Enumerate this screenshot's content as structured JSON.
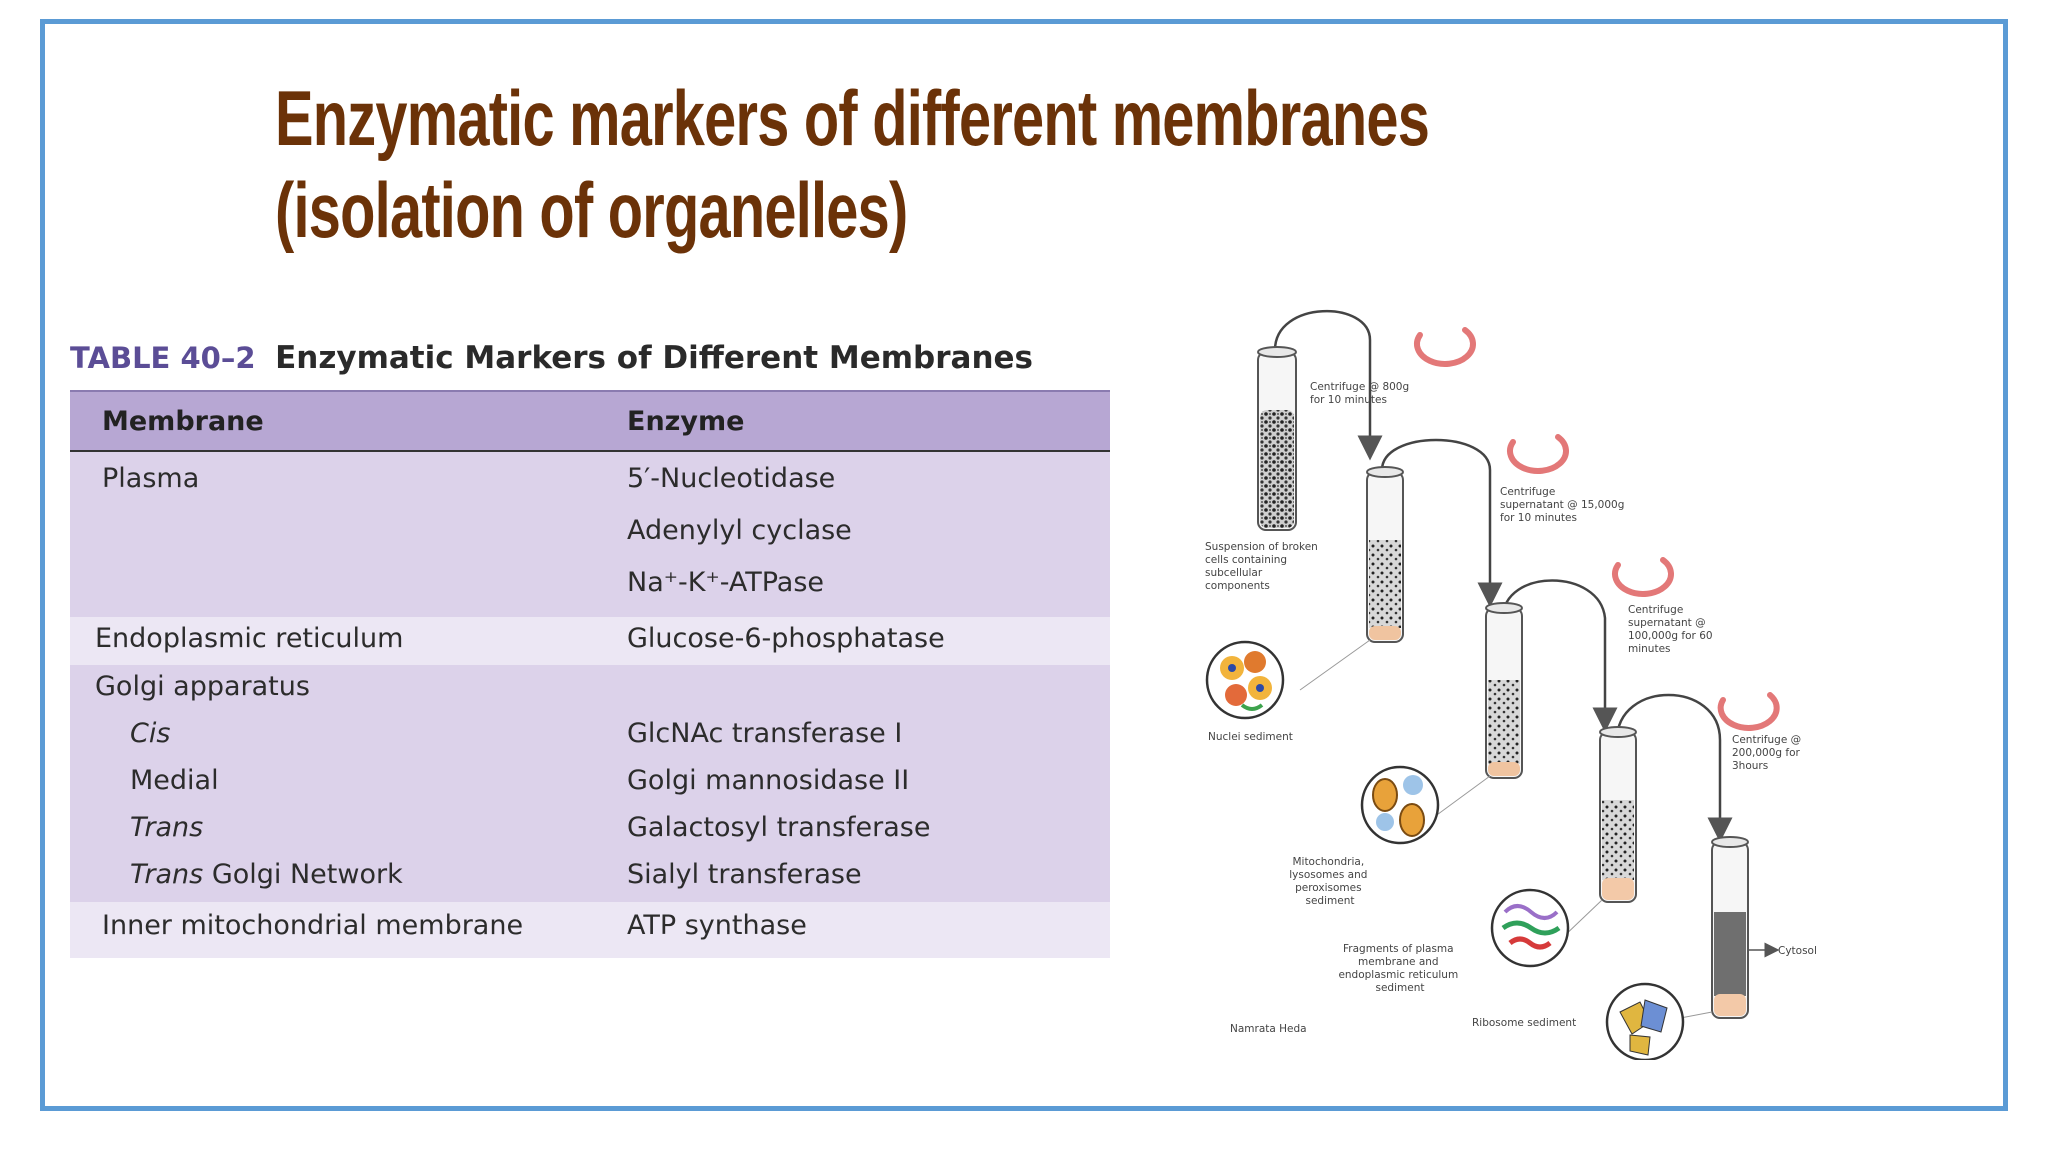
{
  "slide": {
    "title_line1": "Enzymatic markers of different membranes",
    "title_line2": "(isolation of organelles)"
  },
  "table": {
    "number": "TABLE 40–2",
    "name": "Enzymatic Markers of Different Membranes",
    "headers": [
      "Membrane",
      "Enzyme"
    ],
    "rows": [
      {
        "membrane": "Plasma",
        "enzyme": "5′-Nucleotidase"
      },
      {
        "membrane": "",
        "enzyme": "Adenylyl cyclase"
      },
      {
        "membrane": "",
        "enzyme": "Na⁺-K⁺-ATPase"
      },
      {
        "membrane": "Endoplasmic reticulum",
        "enzyme": "Glucose-6-phosphatase"
      },
      {
        "membrane": "Golgi apparatus",
        "enzyme": ""
      },
      {
        "membrane": "Cis",
        "enzyme": "GlcNAc transferase I"
      },
      {
        "membrane": "Medial",
        "enzyme": "Golgi mannosidase II"
      },
      {
        "membrane": "Trans",
        "enzyme": "Galactosyl transferase"
      },
      {
        "membrane_italic": "Trans",
        "membrane_rest": " Golgi Network",
        "enzyme": "Sialyl transferase"
      },
      {
        "membrane": "Inner mitochondrial membrane",
        "enzyme": "ATP synthase"
      }
    ]
  },
  "diagram": {
    "steps": [
      [
        "Centrifuge @ 800g",
        "for 10 minutes"
      ],
      [
        "Centrifuge",
        "supernatant @ 15,000g",
        "for 10 minutes"
      ],
      [
        "Centrifuge",
        "supernatant @",
        "100,000g for 60",
        "minutes"
      ],
      [
        "Centrifuge @",
        "200,000g for",
        "3hours"
      ]
    ],
    "start_label": [
      "Suspension of broken",
      "cells containing",
      "subcellular",
      "components"
    ],
    "sediments": [
      [
        "Nuclei sediment"
      ],
      [
        "Mitochondria,",
        "lysosomes and",
        "peroxisomes",
        "sediment"
      ],
      [
        "Fragments of plasma",
        "membrane and",
        "endoplasmic reticulum",
        "sediment"
      ],
      [
        "Ribosome sediment"
      ]
    ],
    "cytosol_label": "Cytosol",
    "credit": "Namrata Heda"
  }
}
